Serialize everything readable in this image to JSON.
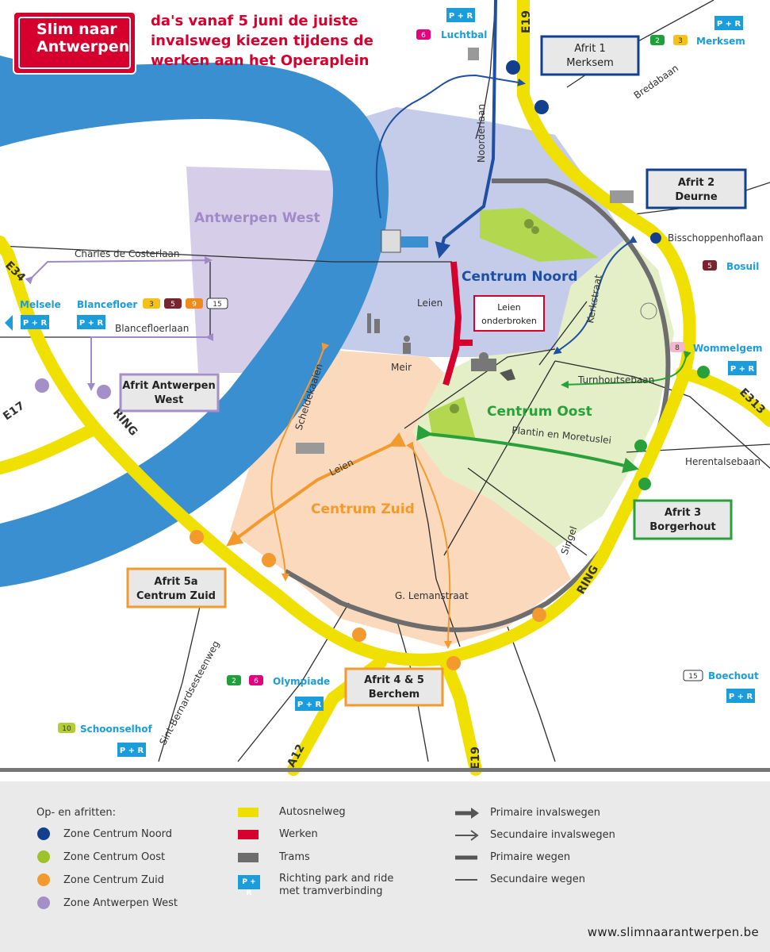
{
  "header": {
    "logo_line1": "Slim naar",
    "logo_line2": "Antwerpen",
    "headline_line1": "da's vanaf 5 juni de juiste",
    "headline_line2": "invalsweg kiezen tijdens de",
    "headline_line3": "werken aan het Operaplein"
  },
  "colors": {
    "river": "#3a8fd0",
    "ring": "#f0e000",
    "works": "#d6002e",
    "trams": "#6d6d6d",
    "zone_noord": "#c5cce9",
    "zone_oost": "#e4efc7",
    "zone_zuid": "#fad9bd",
    "zone_west": "#d6cde8",
    "accent_pr": "#1b9ddb"
  },
  "zones": {
    "west": "Antwerpen West",
    "noord": "Centrum Noord",
    "oost": "Centrum Oost",
    "zuid": "Centrum Zuid"
  },
  "exits": {
    "merksem": {
      "line1": "Afrit 1",
      "line2": "Merksem"
    },
    "deurne": {
      "line1": "Afrit 2",
      "line2": "Deurne"
    },
    "borgerhout": {
      "line1": "Afrit 3",
      "line2": "Borgerhout"
    },
    "berchem": {
      "line1": "Afrit 4 & 5",
      "line2": "Berchem"
    },
    "zuid": {
      "line1": "Afrit 5a",
      "line2": "Centrum  Zuid"
    },
    "west": {
      "line1": "Afrit Antwerpen",
      "line2": "West"
    }
  },
  "works_box": {
    "line1": "Leien",
    "line2": "onderbroken"
  },
  "streets": {
    "noorderlaan": "Noorderlaan",
    "bredabaan": "Bredabaan",
    "bisschoppenhoflaan": "Bisschoppenhoflaan",
    "kerkstraat": "Kerkstraat",
    "turnhoutsebaan": "Turnhoutsebaan",
    "plantin": "Plantin en Moretuslei",
    "herentalsebaan": "Herentalsebaan",
    "singel": "Singel",
    "lemanstraat": "G. Lemanstraat",
    "leien_noord": "Leien",
    "leien_zuid": "Leien",
    "meir": "Meir",
    "scheldekaaien": "Scheldekaaien",
    "charles": "Charles de Costerlaan",
    "blancefloerlaan": "Blancefloerlaan",
    "sint_bernard": "Sint-Bernardsesteenweg"
  },
  "highways": {
    "e19_north": "E19",
    "e19_south": "E19",
    "e34": "E34",
    "e17": "E17",
    "e313": "E313",
    "a12": "A12",
    "ring_west": "RING",
    "ring_east": "RING"
  },
  "park_and_ride": {
    "pr_label": "P + R",
    "luchtbal": {
      "name": "Luchtbal",
      "lines": [
        "6"
      ]
    },
    "merksem": {
      "name": "Merksem",
      "lines": [
        "2",
        "3"
      ]
    },
    "bosuil": {
      "name": "Bosuil",
      "lines": [
        "5"
      ]
    },
    "wommelgem": {
      "name": "Wommelgem",
      "lines": [
        "8"
      ]
    },
    "boechout": {
      "name": "Boechout",
      "lines": [
        "15"
      ]
    },
    "olympiade": {
      "name": "Olympiade",
      "lines": [
        "2",
        "6"
      ]
    },
    "schoonselhof": {
      "name": "Schoonselhof",
      "lines": [
        "10"
      ]
    },
    "melsele": {
      "name": "Melsele",
      "lines": []
    },
    "blancefloer": {
      "name": "Blancefloer",
      "lines": [
        "3",
        "5",
        "9",
        "15"
      ]
    }
  },
  "tram_line_colors": {
    "2": "#1fa03a",
    "3": "#f3c21a",
    "5": "#7a2430",
    "6": "#e6007e",
    "8": "#f5b5cf",
    "9": "#f08a1c",
    "10": "#b3cd36",
    "15": "#ffffff"
  },
  "legend": {
    "title": "Op- en afritten:",
    "zones": [
      {
        "label": "Zone Centrum Noord",
        "color": "#12408d"
      },
      {
        "label": "Zone Centrum Oost",
        "color": "#9cc42a"
      },
      {
        "label": "Zone Centrum Zuid",
        "color": "#f29a2e"
      },
      {
        "label": "Zone Antwerpen West",
        "color": "#a58fc8"
      }
    ],
    "types": [
      {
        "label": "Autosnelweg",
        "color": "#f0e000"
      },
      {
        "label": "Werken",
        "color": "#d6002e"
      },
      {
        "label": "Trams",
        "color": "#6d6d6d"
      }
    ],
    "pr_line1": "Richting park and ride",
    "pr_line2": "met tramverbinding",
    "lines": [
      {
        "label": "Primaire invalswegen"
      },
      {
        "label": "Secundaire invalswegen"
      },
      {
        "label": "Primaire wegen"
      },
      {
        "label": "Secundaire wegen"
      }
    ]
  },
  "footer": {
    "url": "www.slimnaarantwerpen.be"
  }
}
